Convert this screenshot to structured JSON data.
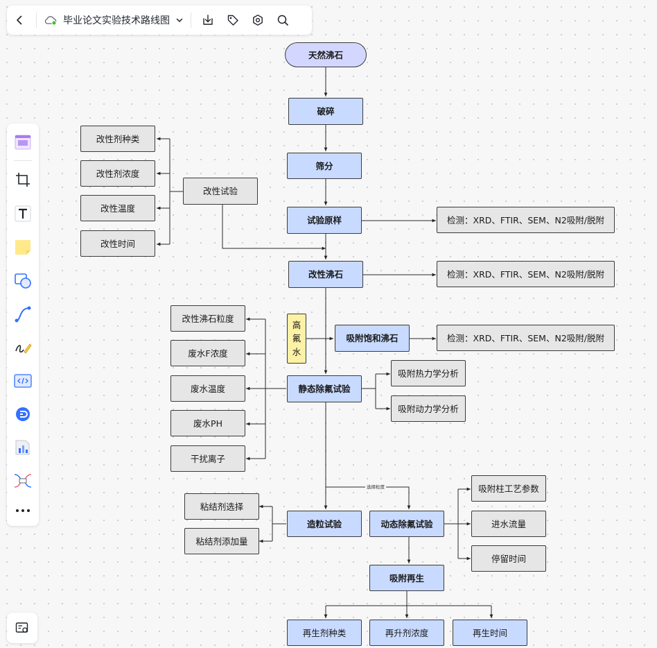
{
  "toolbar": {
    "title": "毕业论文实验技术路线图",
    "sync_color": "#34c724"
  },
  "sidebar": {
    "tools": [
      "frame-tool",
      "crop-tool",
      "text-tool",
      "sticky-note-tool",
      "shape-tool",
      "connector-tool",
      "pen-tool",
      "embed-code-tool",
      "mindmap-tool",
      "chart-tool",
      "flowchart-tool",
      "more-tool"
    ]
  },
  "diagram": {
    "nodes": {
      "n1": "天然沸石",
      "n2": "破碎",
      "n3": "筛分",
      "n4": "试验原样",
      "n5": "改性沸石",
      "n6": "吸附饱和沸石",
      "n7": "静态除氟试验",
      "n8": "造粒试验",
      "n9": "动态除氟试验",
      "n10": "吸附再生",
      "n11": "再生剂种类",
      "n12": "再升剂浓度",
      "n13": "再生时间",
      "m1": "改性试验",
      "m2": "改性剂种类",
      "m3": "改性剂浓度",
      "m4": "改性温度",
      "m5": "改性时间",
      "d1": "检测：XRD、FTIR、SEM、N2吸附/脱附",
      "d2": "检测：XRD、FTIR、SEM、N2吸附/脱附",
      "d3": "检测：XRD、FTIR、SEM、N2吸附/脱附",
      "hf": "高\n氟\n水",
      "s1": "改性沸石粒度",
      "s2": "废水F浓度",
      "s3": "废水温度",
      "s4": "废水PH",
      "s5": "干扰离子",
      "a1": "吸附热力学分析",
      "a2": "吸附动力学分析",
      "b1": "粘结剂选择",
      "b2": "粘结剂添加量",
      "c1": "吸附柱工艺参数",
      "c2": "进水流量",
      "c3": "停留时间"
    },
    "edge_label": "选择粒度"
  }
}
